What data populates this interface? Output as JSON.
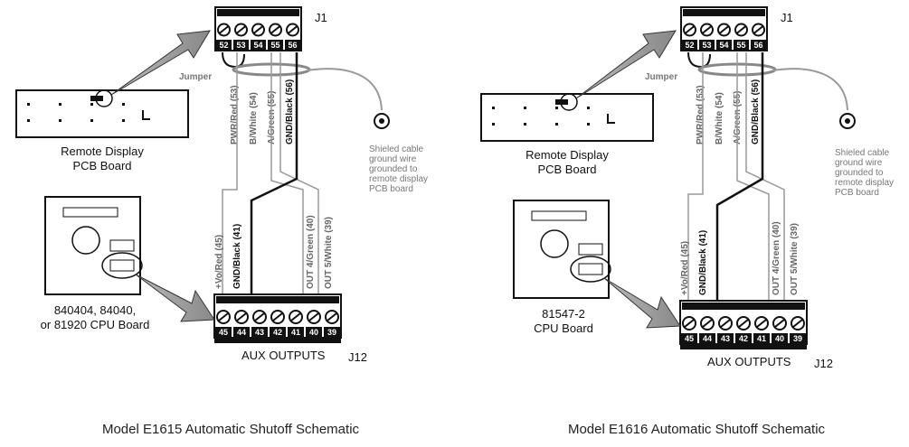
{
  "left": {
    "caption": "Model E1615 Automatic Shutoff Schematic",
    "j1_label": "J1",
    "jumper": "Jumper",
    "remote_display": [
      "Remote Display",
      "PCB Board"
    ],
    "cpu_board": [
      "840404, 84040,",
      "or 81920 CPU Board"
    ],
    "aux_outputs": "AUX OUTPUTS",
    "j12_label": "J12",
    "j1_pins": [
      "52",
      "53",
      "54",
      "55",
      "56"
    ],
    "j12_pins": [
      "45",
      "44",
      "43",
      "42",
      "41",
      "40",
      "39"
    ],
    "top_wires": [
      "PWR/Red (53)",
      "B/White (54)",
      "A/Green (55)",
      "GND/Black (56)"
    ],
    "bottom_wires": [
      "+Vo/Red (45)",
      "GND/Black (41)",
      "OUT 4/Green (40)",
      "OUT 5/White (39)"
    ],
    "shield_note": [
      "Shieled cable",
      "ground wire",
      "grounded to",
      "remote display",
      "PCB board"
    ]
  },
  "right": {
    "caption": "Model E1616 Automatic Shutoff Schematic",
    "j1_label": "J1",
    "jumper": "Jumper",
    "remote_display": [
      "Remote Display",
      "PCB Board"
    ],
    "cpu_board": [
      "81547-2",
      "CPU Board"
    ],
    "aux_outputs": "AUX OUTPUTS",
    "j12_label": "J12",
    "j1_pins": [
      "52",
      "53",
      "54",
      "55",
      "56"
    ],
    "j12_pins": [
      "45",
      "44",
      "43",
      "42",
      "41",
      "40",
      "39"
    ],
    "top_wires": [
      "PWR/Red (53)",
      "B/White (54)",
      "A/Green (55)",
      "GND/Black (56)"
    ],
    "bottom_wires": [
      "+Vo/Red (45)",
      "GND/Black (41)",
      "OUT 4/Green (40)",
      "OUT 5/White (39)"
    ],
    "shield_note": [
      "Shieled cable",
      "ground wire",
      "grounded to",
      "remote display",
      "PCB board"
    ]
  }
}
